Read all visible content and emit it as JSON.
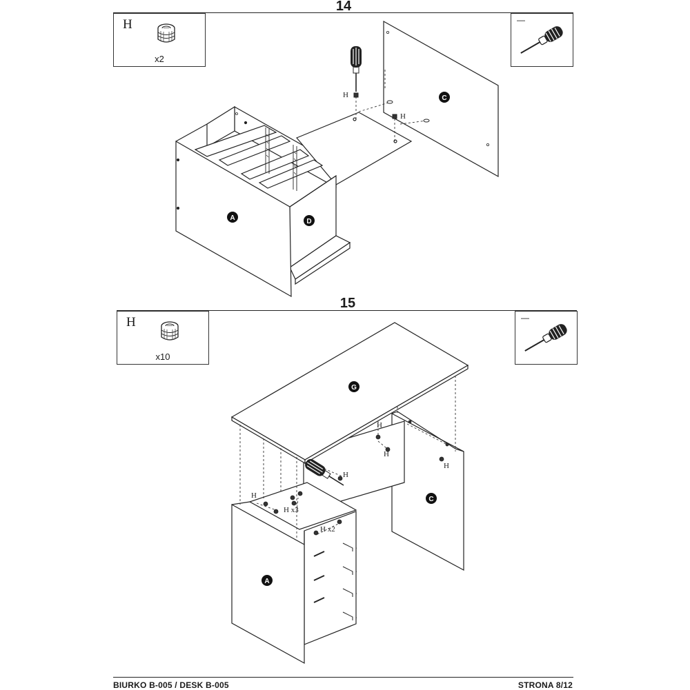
{
  "steps": [
    {
      "number": "14",
      "hardware": {
        "letter": "H",
        "qty": "x2"
      },
      "tool": {
        "label": "—"
      },
      "parts": {
        "A": "A",
        "C": "C",
        "D": "D"
      },
      "callouts": [
        "H",
        "H"
      ]
    },
    {
      "number": "15",
      "hardware": {
        "letter": "H",
        "qty": "x10"
      },
      "tool": {
        "label": "—"
      },
      "parts": {
        "G": "G",
        "C": "C",
        "A": "A"
      },
      "callouts": [
        "H",
        "H",
        "H",
        "H",
        "H x3",
        "H x2",
        "H"
      ]
    }
  ],
  "footer": {
    "left": "BIURKO B-005 / DESK B-005",
    "right": "STRONA 8/12"
  },
  "icons": {
    "cam_lock": "cam-lock-fitting-icon",
    "screwdriver": "screwdriver-icon"
  },
  "colors": {
    "line": "#222222",
    "badge": "#111111",
    "background": "#ffffff"
  }
}
